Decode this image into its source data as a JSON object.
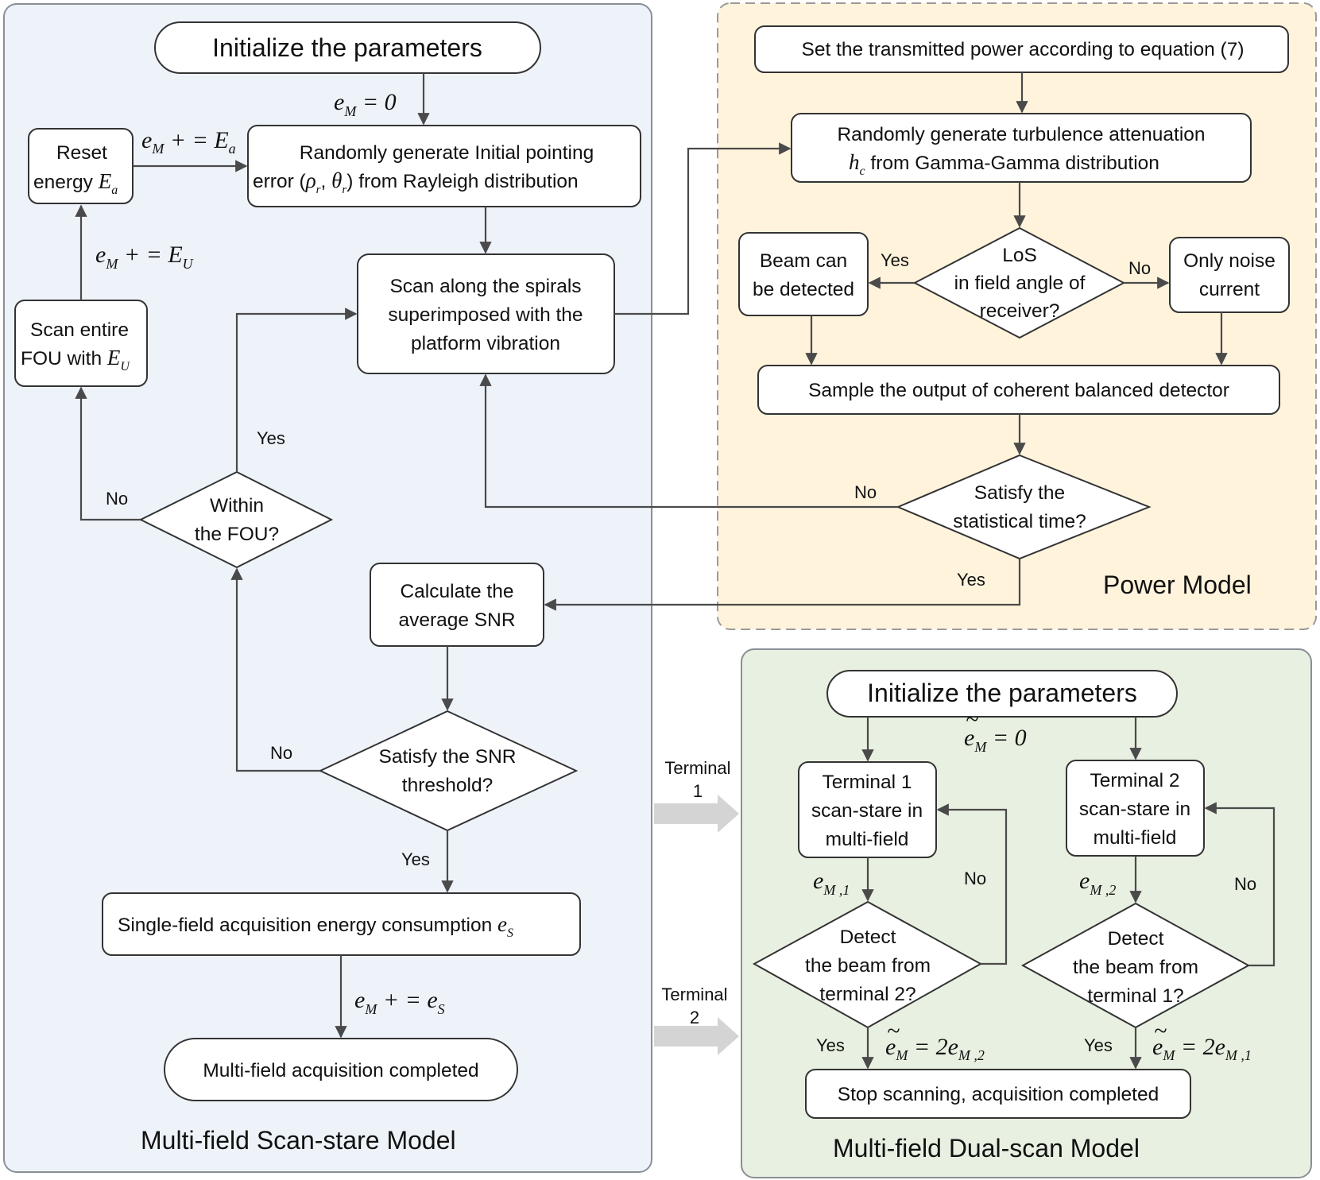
{
  "panels": {
    "scan_stare": {
      "title": "Multi-field Scan-stare Model",
      "fill": "#eef3fa",
      "border": "#8a8f96"
    },
    "power": {
      "title": "Power Model",
      "fill": "#fff3dc",
      "border": "#9a9a9a"
    },
    "dual_scan": {
      "title": "Multi-field Dual-scan Model",
      "fill": "#e8f0e1",
      "border": "#8a8f96"
    }
  },
  "scan_stare": {
    "init": "Initialize the parameters",
    "eq_init": "e_M = 0",
    "random_error": [
      "Randomly generate Initial  pointing",
      "error (ρr, θr) from Rayleigh distribution"
    ],
    "reset_energy": [
      "Reset",
      "energy Ea"
    ],
    "eq_reset": "e_M + = E_a",
    "scan_spirals": [
      "Scan along the spirals",
      "superimposed with the",
      "platform vibration"
    ],
    "scan_fou": [
      "Scan entire",
      "FOU with EU"
    ],
    "eq_fou": "e_M + = E_U",
    "within_fou": [
      "Within",
      "the FOU?"
    ],
    "calc_snr": [
      "Calculate the",
      "average SNR"
    ],
    "snr_threshold": [
      "Satisfy the SNR",
      "threshold?"
    ],
    "single_field": "Single-field acquisition energy consumption  eS",
    "eq_single": "e_M + = e_S",
    "completed": "Multi-field acquisition completed"
  },
  "power": {
    "set_power": "Set the transmitted power according to equation (7)",
    "turbulence": [
      "Randomly generate turbulence attenuation",
      "hc  from Gamma-Gamma distribution"
    ],
    "los": [
      "LoS",
      "in field angle of",
      "receiver?"
    ],
    "beam_detected": [
      "Beam can",
      "be detected"
    ],
    "noise": [
      "Only noise",
      "current"
    ],
    "sample": "Sample the output of  coherent balanced detector",
    "stat_time": [
      "Satisfy the",
      "statistical time?"
    ]
  },
  "dual_scan": {
    "init": "Initialize the parameters",
    "eq_init": "ẽ_M = 0",
    "term1": [
      "Terminal 1",
      "scan-stare in",
      "multi-field"
    ],
    "term2": [
      "Terminal 2",
      "scan-stare in",
      "multi-field"
    ],
    "eq_m1": "e_M,1",
    "eq_m2": "e_M,2",
    "detect1": [
      "Detect",
      "the beam from",
      "terminal 2?"
    ],
    "detect2": [
      "Detect",
      "the beam from",
      "terminal 1?"
    ],
    "eq_yes1": "ẽ_M = 2e_M,2",
    "eq_yes2": "ẽ_M = 2e_M,1",
    "stop": "Stop scanning, acquisition completed"
  },
  "labels": {
    "yes": "Yes",
    "no": "No",
    "terminal1": [
      "Terminal",
      "1"
    ],
    "terminal2": [
      "Terminal",
      "2"
    ]
  },
  "colors": {
    "arrow": "#4a4a4a",
    "big_arrow": "#d4d4d4"
  }
}
